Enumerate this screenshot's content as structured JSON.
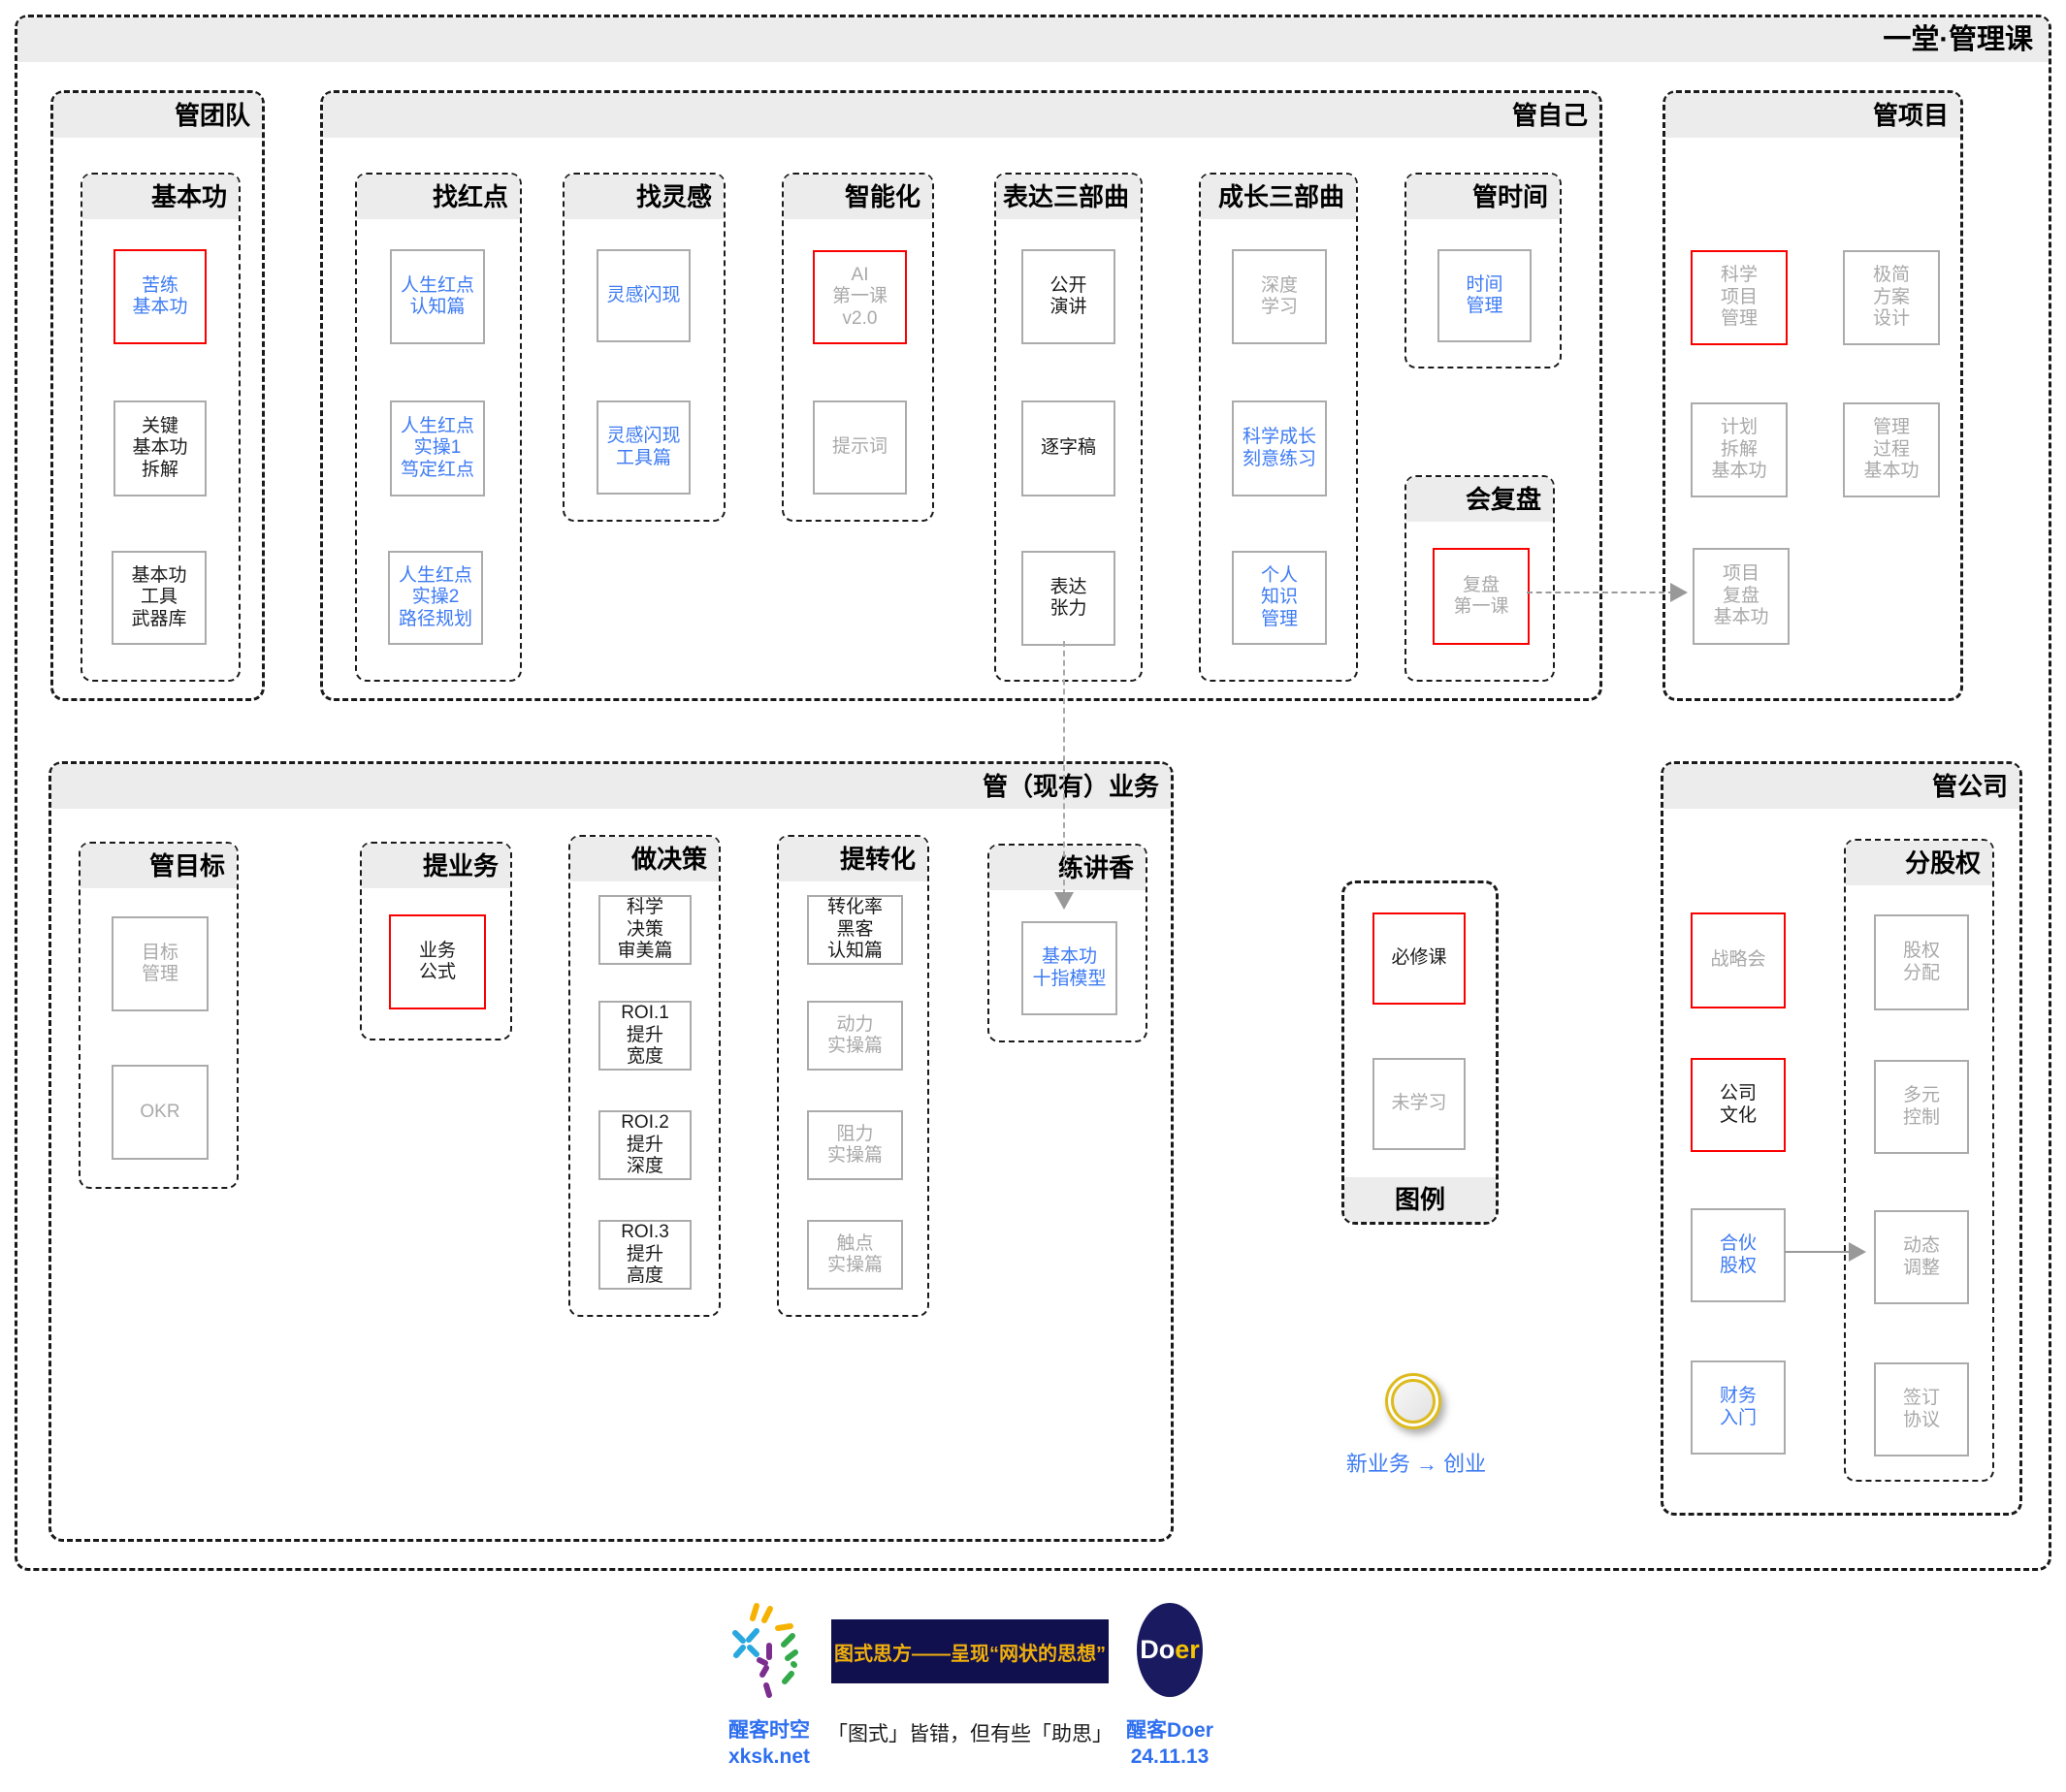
{
  "title": "一堂·管理课",
  "colors": {
    "link_blue": "#3D7BF4",
    "required_red": "#FA0000",
    "unlearned_gray": "#A9A9A9",
    "header_band": "#ECECEC",
    "gold_ring": "#DDBB1E",
    "banner_navy": "#10104F",
    "banner_gold": "#F0B00C",
    "footer_blue": "#2E6FF0"
  },
  "sections": {
    "team": {
      "title": "管团队",
      "basics": {
        "title": "基本功",
        "items": [
          {
            "label": "苦练\n基本功"
          },
          {
            "label": "关键\n基本功\n拆解"
          },
          {
            "label": "基本功\n工具\n武器库"
          }
        ]
      }
    },
    "self": {
      "title": "管自己",
      "groups": {
        "hotspot": {
          "title": "找红点",
          "items": [
            {
              "label": "人生红点\n认知篇"
            },
            {
              "label": "人生红点\n实操1\n笃定红点"
            },
            {
              "label": "人生红点\n实操2\n路径规划"
            }
          ]
        },
        "inspiration": {
          "title": "找灵感",
          "items": [
            {
              "label": "灵感闪现"
            },
            {
              "label": "灵感闪现\n工具篇"
            }
          ]
        },
        "ai": {
          "title": "智能化",
          "items": [
            {
              "label": "AI\n第一课\nv2.0"
            },
            {
              "label": "提示词"
            }
          ]
        },
        "expression": {
          "title": "表达三部曲",
          "items": [
            {
              "label": "公开\n演讲"
            },
            {
              "label": "逐字稿"
            },
            {
              "label": "表达\n张力"
            }
          ]
        },
        "growth": {
          "title": "成长三部曲",
          "items": [
            {
              "label": "深度\n学习"
            },
            {
              "label": "科学成长\n刻意练习"
            },
            {
              "label": "个人\n知识\n管理"
            }
          ]
        },
        "time": {
          "title": "管时间",
          "items": [
            {
              "label": "时间\n管理"
            }
          ]
        },
        "review": {
          "title": "会复盘",
          "items": [
            {
              "label": "复盘\n第一课"
            }
          ]
        }
      }
    },
    "project": {
      "title": "管项目",
      "items": [
        {
          "label": "科学\n项目\n管理"
        },
        {
          "label": "极简\n方案\n设计"
        },
        {
          "label": "计划\n拆解\n基本功"
        },
        {
          "label": "管理\n过程\n基本功"
        },
        {
          "label": "项目\n复盘\n基本功"
        }
      ]
    },
    "business": {
      "title": "管（现有）业务",
      "groups": {
        "goal": {
          "title": "管目标",
          "items": [
            {
              "label": "目标\n管理"
            },
            {
              "label": "OKR"
            }
          ]
        },
        "propose": {
          "title": "提业务",
          "items": [
            {
              "label": "业务\n公式"
            }
          ]
        },
        "decision": {
          "title": "做决策",
          "items": [
            {
              "label": "科学\n决策\n审美篇"
            },
            {
              "label": "ROI.1\n提升\n宽度"
            },
            {
              "label": "ROI.2\n提升\n深度"
            },
            {
              "label": "ROI.3\n提升\n高度"
            }
          ]
        },
        "conversion": {
          "title": "提转化",
          "items": [
            {
              "label": "转化率\n黑客\n认知篇"
            },
            {
              "label": "动力\n实操篇"
            },
            {
              "label": "阻力\n实操篇"
            },
            {
              "label": "触点\n实操篇"
            }
          ]
        },
        "speech": {
          "title": "练讲香",
          "items": [
            {
              "label": "基本功\n十指模型"
            }
          ]
        }
      }
    },
    "company": {
      "title": "管公司",
      "items": [
        {
          "label": "战略会"
        },
        {
          "label": "公司\n文化"
        },
        {
          "label": "合伙\n股权"
        },
        {
          "label": "财务\n入门"
        }
      ],
      "equity": {
        "title": "分股权",
        "items": [
          {
            "label": "股权\n分配"
          },
          {
            "label": "多元\n控制"
          },
          {
            "label": "动态\n调整"
          },
          {
            "label": "签订\n协议"
          }
        ]
      }
    }
  },
  "legend": {
    "title": "图例",
    "required": "必修课",
    "unlearned": "未学习"
  },
  "note": "新业务 → 创业",
  "footer": {
    "left_name": "醒客时空",
    "left_site": "xksk.net",
    "banner": "图式思方——呈现“网状的思想”",
    "motto": "「图式」皆错，但有些「助思」",
    "doer_do": "Do",
    "doer_er": "er",
    "right_name": "醒客Doer",
    "right_date": "24.11.13"
  }
}
